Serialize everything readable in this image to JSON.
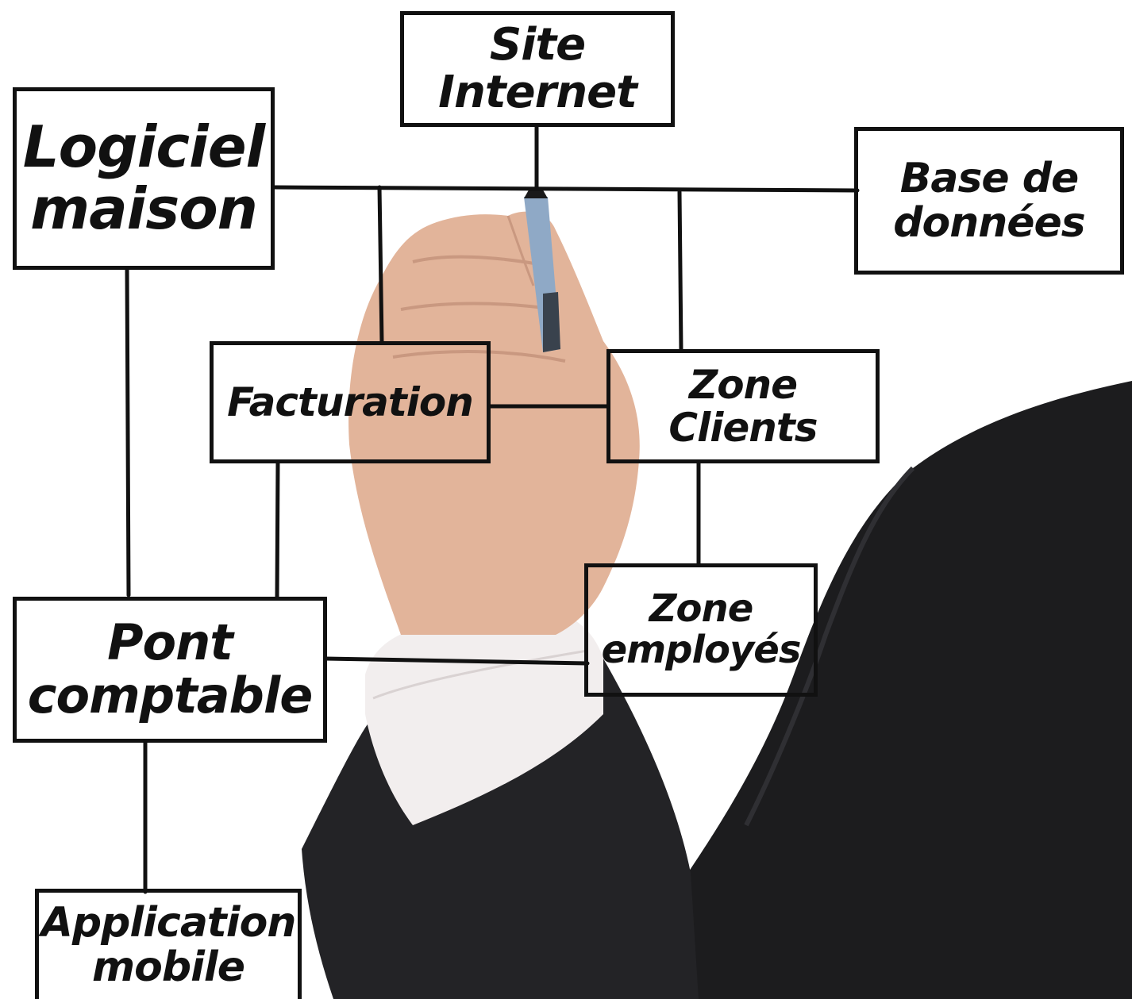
{
  "diagram": {
    "nodes": {
      "site_internet": {
        "lines": [
          "Site",
          "Internet"
        ]
      },
      "logiciel_maison": {
        "lines": [
          "Logiciel",
          "maison"
        ]
      },
      "base_de_donnees": {
        "lines": [
          "Base de",
          "données"
        ]
      },
      "facturation": {
        "lines": [
          "Facturation"
        ]
      },
      "zone_clients": {
        "lines": [
          "Zone",
          "Clients"
        ]
      },
      "zone_employes": {
        "lines": [
          "Zone",
          "employés"
        ]
      },
      "pont_comptable": {
        "lines": [
          "Pont",
          "comptable"
        ]
      },
      "application_mobile": {
        "lines": [
          "Application",
          "mobile"
        ]
      }
    },
    "edges": [
      [
        "site_internet",
        "logiciel_maison"
      ],
      [
        "site_internet",
        "base_de_donnees"
      ],
      [
        "site_internet",
        "facturation"
      ],
      [
        "site_internet",
        "zone_clients"
      ],
      [
        "logiciel_maison",
        "pont_comptable"
      ],
      [
        "facturation",
        "zone_clients"
      ],
      [
        "facturation",
        "pont_comptable"
      ],
      [
        "zone_clients",
        "zone_employes"
      ],
      [
        "pont_comptable",
        "zone_employes"
      ],
      [
        "pont_comptable",
        "application_mobile"
      ]
    ]
  },
  "photo": {
    "subject": "businessman-hand-with-marker",
    "colors": {
      "suit": "#1c1c1e",
      "shirt": "#f2eeee",
      "skin": "#e2b49a",
      "marker": "#8fa9c6",
      "ink": "#111111"
    }
  }
}
